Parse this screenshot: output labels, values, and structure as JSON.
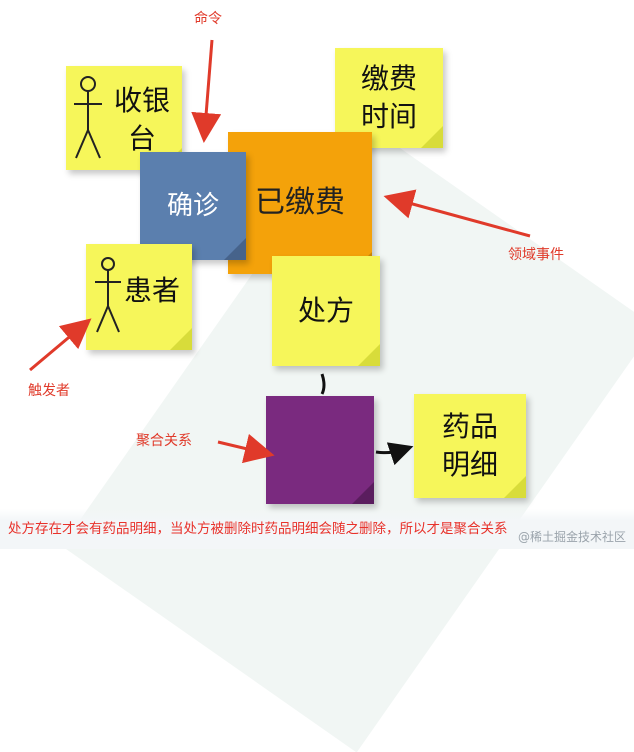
{
  "nodes": {
    "cashier": "收银台",
    "cashier_line1": "收银",
    "cashier_line2": "台",
    "confirm": "确诊",
    "paid": "已缴费",
    "pay_time_line1": "缴费",
    "pay_time_line2": "时间",
    "patient": "患者",
    "prescription": "处方",
    "drug_line1": "药品",
    "drug_line2": "明细"
  },
  "annotations": {
    "command": "命令",
    "domain_event": "领域事件",
    "trigger": "触发者",
    "aggregation": "聚合关系"
  },
  "caption": "处方存在才会有药品明细，当处方被删除时药品明细会随之删除，所以才是聚合关系",
  "watermark": "@稀土掘金技术社区",
  "colors": {
    "sticky": "#f6f65a",
    "command": "#5b7fae",
    "event": "#f4a20a",
    "aggregate": "#7a2a7f",
    "annotation": "#e03a2a"
  }
}
